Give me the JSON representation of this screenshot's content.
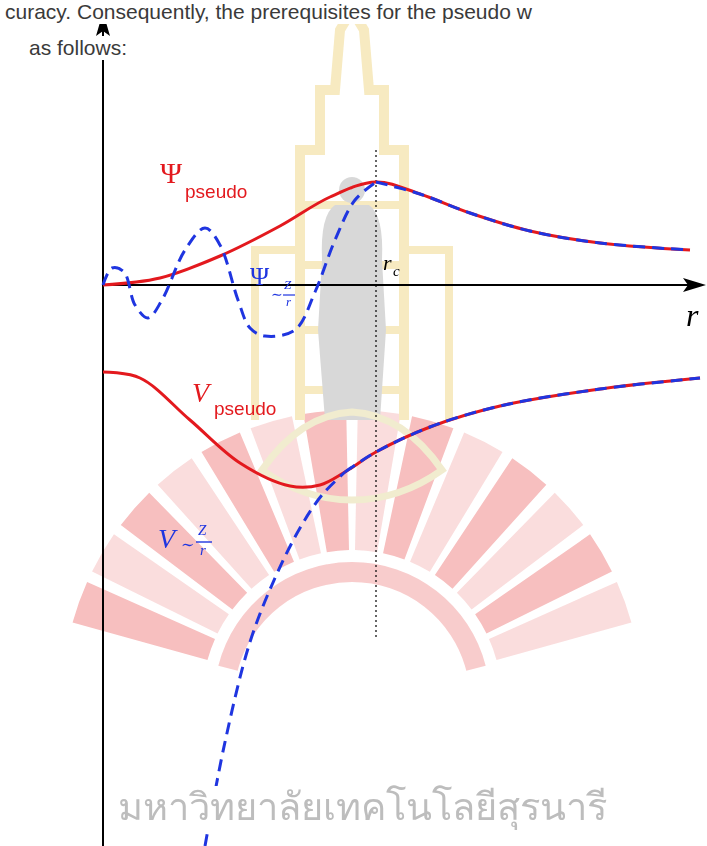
{
  "diagram": {
    "labels": [
      "curacy. Consequently, the prerequisites for the pseudo w",
      "as follows:",
      "Ψ",
      "pseudo",
      "r",
      "c",
      "r",
      "Ψ",
      "∼",
      "Z",
      "r",
      "V",
      "pseudo",
      "V",
      "∼",
      "Z",
      "r",
      "มหาวิทยาลัยเทคโนโลยีสุรนารี"
    ]
  }
}
